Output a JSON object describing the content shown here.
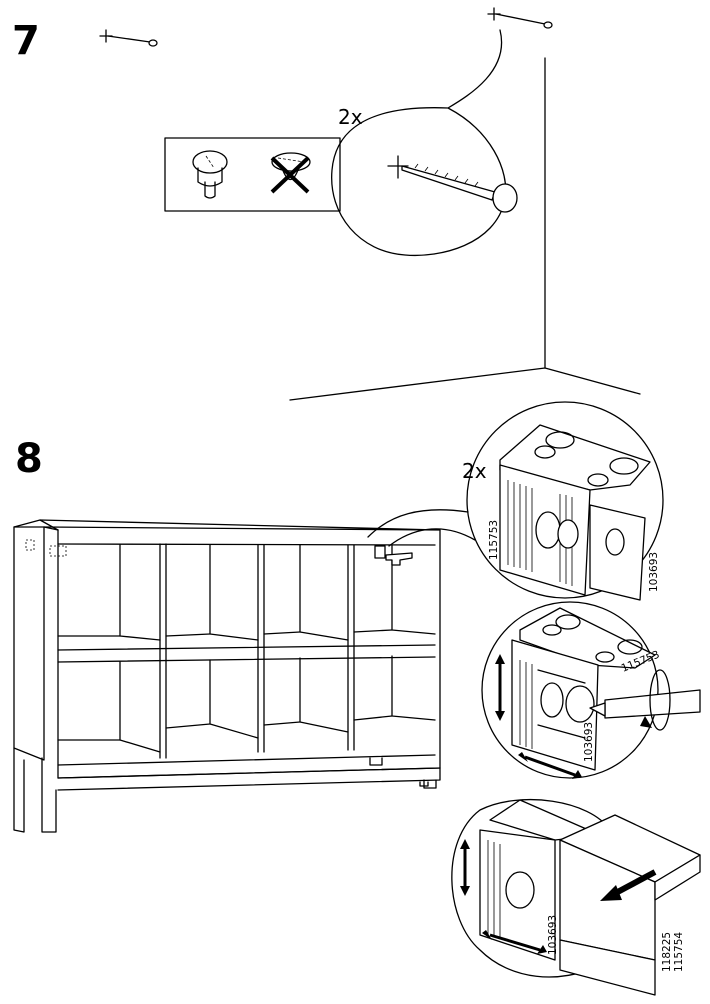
{
  "steps": [
    {
      "number": "7",
      "quantity": "2x"
    },
    {
      "number": "8",
      "quantity": "2x"
    }
  ],
  "part_numbers": {
    "detail1_left": "115753",
    "detail1_right": "103693",
    "detail2_top": "115753",
    "detail2_bottom": "103693",
    "detail3_bracket": "103693",
    "detail3_a": "118225",
    "detail3_b": "115754"
  },
  "colors": {
    "ink": "#000000",
    "paper": "#ffffff"
  }
}
